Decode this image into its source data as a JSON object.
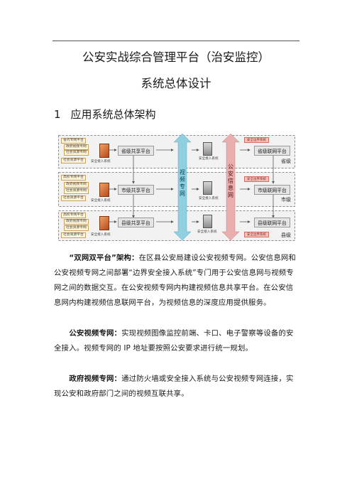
{
  "doc": {
    "title_line1": "公安实战综合管理平台（治安监控）",
    "title_line2": "系统总体设计",
    "section_number": "1",
    "section_title": "应用系统总体架构"
  },
  "diagram": {
    "video_net": "视频专网",
    "police_net": "公安信息网",
    "levels": [
      {
        "name": "省级",
        "sources": [
          "省内专网平台",
          "政府视频专网",
          "社会资源专网",
          "社会资源平台"
        ],
        "share_platform": "省级共享平台",
        "access_small": "安全接入系统",
        "access_main": "安全接入系统",
        "red_tag": "安全边界系统",
        "interconnect_platform": "省级联网平台"
      },
      {
        "name": "市级",
        "sources": [
          "高校专网平台",
          "政府视频专网",
          "社会资源专网",
          "社会资源平台"
        ],
        "share_platform": "市级共享平台",
        "access_small": "安全接入系统",
        "access_main": "安全接入系统",
        "red_tag": "安全边界系统",
        "interconnect_platform": "市级联网平台"
      },
      {
        "name": "县级",
        "sources": [
          "高校专网平台",
          "政府视频专网",
          "社会资源专网",
          "社会资源平台"
        ],
        "share_platform": "县级共享平台",
        "access_small": "安全接入系统",
        "access_main": "安全接入系统",
        "red_tag": "安全边界系统",
        "interconnect_platform": "县级联网平台"
      }
    ],
    "colors": {
      "video_arrow": "#8fcfe0",
      "police_arrow": "#e9aeae",
      "red_accent": "#d46c62"
    }
  },
  "paragraphs": [
    {
      "lead": "“双网双平台”架构：",
      "text": "在区县公安局建设公安视频专网。公安信息网和公安视频专网之间部署“边界安全接入系统”专门用于公安信息网与视频专网之间的数据交互。在公安视频专网内构建视频信息共享平台。在公安信息网内构建视频信息联网平台，为视频信息的深度应用提供服务。"
    },
    {
      "lead": "公安视频专网：",
      "text": "实现视频图像监控前端、卡口、电子警察等设备的安全接入。视频专网的 IP 地址要按照公安要求进行统一规划。"
    },
    {
      "lead": "政府视频专网：",
      "text": "通过防火墙或安全接入系统与公安视频专网连接，实现公安和政府部门之间的视频互联共享。"
    }
  ]
}
